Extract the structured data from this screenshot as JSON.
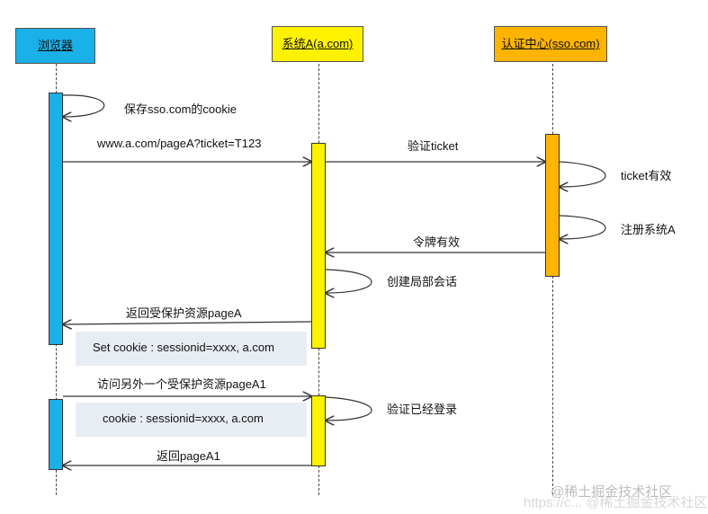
{
  "actors": {
    "browser": "浏览器",
    "system_a": "系统A(a.com)",
    "sso": "认证中心(sso.com)"
  },
  "colors": {
    "browser": "#1ab0e8",
    "system_a": "#fff200",
    "sso": "#ffb400",
    "note_bg": "#e8edf4"
  },
  "messages": {
    "save_cookie": "保存sso.com的cookie",
    "request_page_ticket": "www.a.com/pageA?ticket=T123",
    "verify_ticket": "验证ticket",
    "ticket_valid": "ticket有效",
    "register_system": "注册系统A",
    "token_valid": "令牌有效",
    "create_session": "创建局部会话",
    "return_page": "返回受保护资源pageA",
    "visit_other": "访问另外一个受保护资源pageA1",
    "verify_logged_in": "验证已经登录",
    "return_page_a1": "返回pageA1"
  },
  "notes": {
    "set_cookie": "Set cookie : sessionid=xxxx, a.com",
    "cookie": "cookie : sessionid=xxxx, a.com"
  },
  "watermark": {
    "line1": "@稀土掘金技术社区",
    "line2": "https://c... @稀土掘金技术社区"
  }
}
